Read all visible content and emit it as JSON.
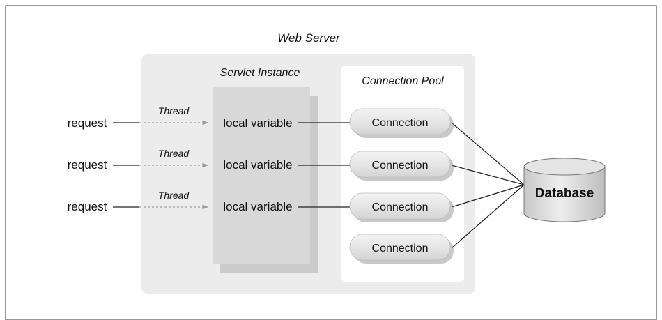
{
  "web_server_label": "Web Server",
  "servlet_label": "Servlet Instance",
  "pool_label": "Connection Pool",
  "requests": [
    "request",
    "request",
    "request"
  ],
  "threads": [
    "Thread",
    "Thread",
    "Thread"
  ],
  "local_vars": [
    "local variable",
    "local variable",
    "local variable"
  ],
  "connections": [
    "Connection",
    "Connection",
    "Connection",
    "Connection"
  ],
  "database_label": "Database"
}
